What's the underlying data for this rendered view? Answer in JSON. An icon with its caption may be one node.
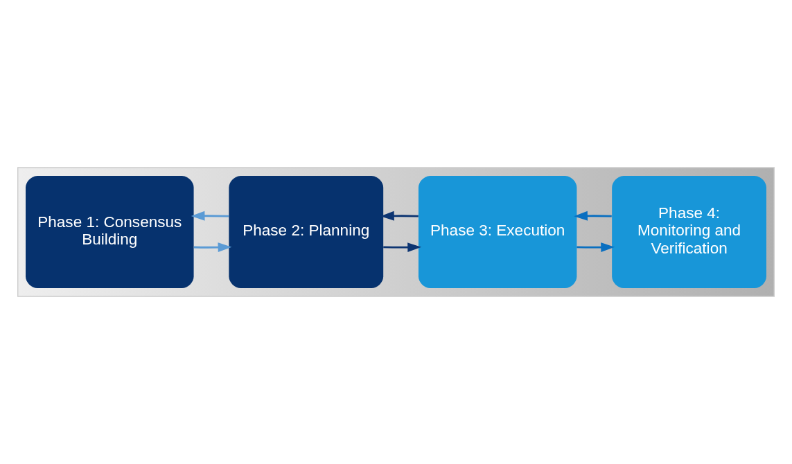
{
  "diagram": {
    "nodes": [
      {
        "text": [],
        "shape": "arrow"
      },
      {
        "text": [
          "Phase 1: Consensus Building"
        ],
        "in": 0
      },
      {
        "text": [
          "Phase 2: Planning"
        ],
        "in": 0
      },
      {
        "text": [
          "Phase 3: Execution"
        ],
        "in": 0
      },
      {
        "text": [
          "Phase 4: Monitoring and Verification"
        ],
        "in": 0
      }
    ],
    "edges": [
      {
        "from": 1,
        "to": 2,
        "arrow": "to",
        "color": "#5b9bd5"
      },
      {
        "from": 2,
        "to": 3,
        "arrow": "to",
        "color": "#0d3572"
      },
      {
        "from": 3,
        "to": 4,
        "arrow": "to",
        "color": "#0a6fc0"
      },
      {
        "from": 2,
        "to": 1,
        "arrow": "to",
        "color": "#5b9bd5"
      },
      {
        "from": 3,
        "to": 2,
        "arrow": "to",
        "color": "#0d3572"
      },
      {
        "from": 4,
        "to": 3,
        "arrow": "to",
        "color": "#0a6fc0"
      }
    ]
  }
}
